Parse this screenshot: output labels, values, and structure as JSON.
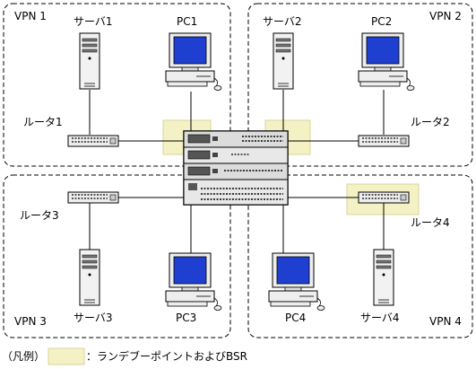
{
  "groups": [
    {
      "id": "vpn1",
      "label": "VPN 1"
    },
    {
      "id": "vpn2",
      "label": "VPN 2"
    },
    {
      "id": "vpn3",
      "label": "VPN 3"
    },
    {
      "id": "vpn4",
      "label": "VPN 4"
    }
  ],
  "devices": {
    "server1": "サーバ1",
    "pc1": "PC1",
    "server2": "サーバ2",
    "pc2": "PC2",
    "router1": "ルータ1",
    "router2": "ルータ2",
    "router3": "ルータ3",
    "router4": "ルータ4",
    "server3": "サーバ3",
    "pc3": "PC3",
    "pc4": "PC4",
    "server4": "サーバ4"
  },
  "legend": {
    "prefix": "（凡例）",
    "description": "：ランデブーポイントおよびBSR"
  },
  "colors": {
    "rendezvous_highlight": "#f4f1c4",
    "rendezvous_border": "#d8d59a",
    "group_border": "#000000",
    "monitor_screen": "#1f3fd0"
  }
}
